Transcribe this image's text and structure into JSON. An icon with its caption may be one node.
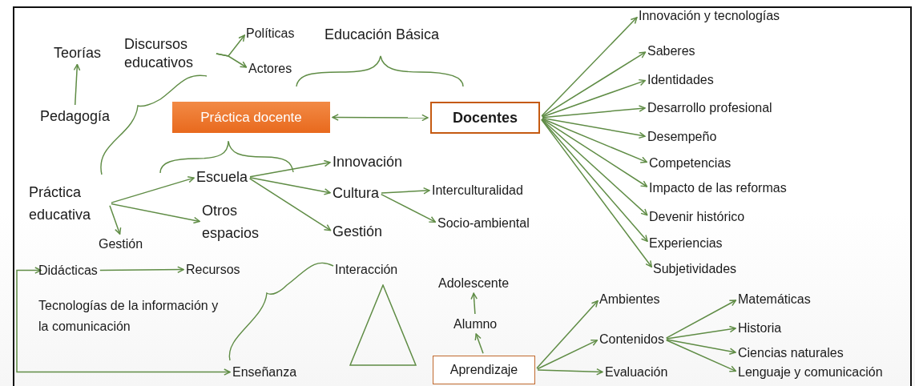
{
  "diagram": {
    "nodes": [
      {
        "text": [
          "Teorías"
        ]
      },
      {
        "text": [
          "Discursos educativos"
        ]
      },
      {
        "text": [
          "Políticas"
        ]
      },
      {
        "text": [
          "Actores"
        ]
      },
      {
        "text": [
          "Educación Básica"
        ]
      },
      {
        "text": [
          "Pedagogía"
        ]
      },
      {
        "text": [
          "Práctica docente"
        ]
      },
      {
        "text": [
          "Docentes"
        ]
      },
      {
        "text": [
          "Innovación y tecnologías"
        ]
      },
      {
        "text": [
          "Saberes"
        ]
      },
      {
        "text": [
          "Identidades"
        ]
      },
      {
        "text": [
          "Desarrollo profesional"
        ]
      },
      {
        "text": [
          "Desempeño"
        ]
      },
      {
        "text": [
          "Competencias"
        ]
      },
      {
        "text": [
          "Impacto de las reformas"
        ]
      },
      {
        "text": [
          "Devenir histórico"
        ]
      },
      {
        "text": [
          "Experiencias"
        ]
      },
      {
        "text": [
          "Subjetividades"
        ]
      },
      {
        "text": [
          "Práctica educativa"
        ]
      },
      {
        "text": [
          "Escuela"
        ]
      },
      {
        "text": [
          "Otros espacios"
        ]
      },
      {
        "text": [
          "Gestión"
        ]
      },
      {
        "text": [
          "Innovación"
        ]
      },
      {
        "text": [
          "Cultura"
        ]
      },
      {
        "text": [
          "Gestión"
        ]
      },
      {
        "text": [
          "Interculturalidad"
        ]
      },
      {
        "text": [
          "Socio-ambiental"
        ]
      },
      {
        "text": [
          "Didácticas"
        ]
      },
      {
        "text": [
          "Recursos"
        ]
      },
      {
        "text": [
          "Tecnologías de la información y la comunicación"
        ]
      },
      {
        "text": [
          "Interacción"
        ]
      },
      {
        "text": [
          "Enseñanza"
        ]
      },
      {
        "text": [
          "Adolescente"
        ]
      },
      {
        "text": [
          "Alumno"
        ]
      },
      {
        "text": [
          "Aprendizaje"
        ]
      },
      {
        "text": [
          "Ambientes"
        ]
      },
      {
        "text": [
          "Contenidos"
        ]
      },
      {
        "text": [
          "Evaluación"
        ]
      },
      {
        "text": [
          "Matemáticas"
        ]
      },
      {
        "text": [
          "Historia"
        ]
      },
      {
        "text": [
          "Ciencias naturales"
        ]
      },
      {
        "text": [
          "Lenguaje y comunicación"
        ]
      },
      {
        "text": [],
        "shape": "triangle"
      }
    ],
    "edges": [
      {
        "from": 5,
        "to": 0,
        "arrow": "to"
      },
      {
        "from": 1,
        "to": 2,
        "arrow": "to"
      },
      {
        "from": 1,
        "to": 3,
        "arrow": "to"
      },
      {
        "from": 6,
        "to": 7,
        "arrow": "both"
      },
      {
        "from": 7,
        "to": 8,
        "arrow": "to"
      },
      {
        "from": 7,
        "to": 9,
        "arrow": "to"
      },
      {
        "from": 7,
        "to": 10,
        "arrow": "to"
      },
      {
        "from": 7,
        "to": 11,
        "arrow": "to"
      },
      {
        "from": 7,
        "to": 12,
        "arrow": "to"
      },
      {
        "from": 7,
        "to": 13,
        "arrow": "to"
      },
      {
        "from": 7,
        "to": 14,
        "arrow": "to"
      },
      {
        "from": 7,
        "to": 15,
        "arrow": "to"
      },
      {
        "from": 7,
        "to": 16,
        "arrow": "to"
      },
      {
        "from": 7,
        "to": 17,
        "arrow": "to"
      },
      {
        "from": 18,
        "to": 19,
        "arrow": "to"
      },
      {
        "from": 18,
        "to": 20,
        "arrow": "to"
      },
      {
        "from": 18,
        "to": 21,
        "arrow": "to"
      },
      {
        "from": 19,
        "to": 22,
        "arrow": "to"
      },
      {
        "from": 19,
        "to": 23,
        "arrow": "to"
      },
      {
        "from": 19,
        "to": 24,
        "arrow": "to"
      },
      {
        "from": 23,
        "to": 25,
        "arrow": "to"
      },
      {
        "from": 23,
        "to": 26,
        "arrow": "to"
      },
      {
        "from": 27,
        "to": 28,
        "arrow": "to"
      },
      {
        "from": 27,
        "to": 31,
        "arrow": "both"
      },
      {
        "from": 34,
        "to": 33,
        "arrow": "to"
      },
      {
        "from": 33,
        "to": 32,
        "arrow": "to"
      },
      {
        "from": 34,
        "to": 35,
        "arrow": "to"
      },
      {
        "from": 34,
        "to": 36,
        "arrow": "to"
      },
      {
        "from": 34,
        "to": 37,
        "arrow": "to"
      },
      {
        "from": 36,
        "to": 38,
        "arrow": "to"
      },
      {
        "from": 36,
        "to": 39,
        "arrow": "to"
      },
      {
        "from": 36,
        "to": 40,
        "arrow": "to"
      },
      {
        "from": 36,
        "to": 41,
        "arrow": "to"
      }
    ]
  }
}
